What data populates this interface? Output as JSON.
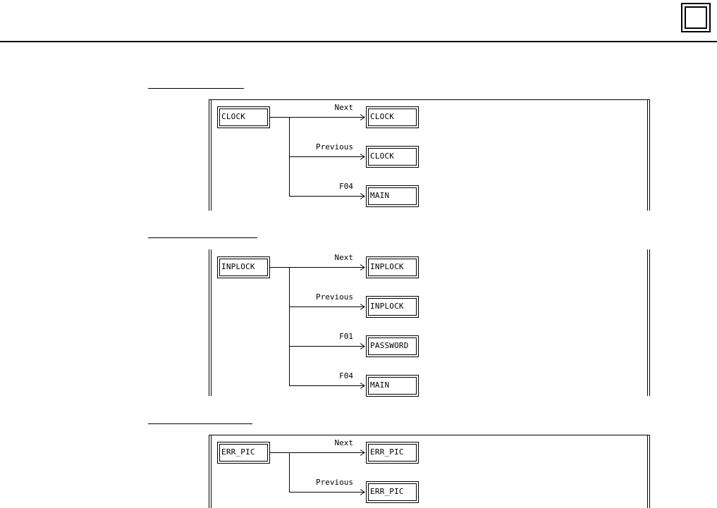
{
  "diagrams": [
    {
      "source": "CLOCK",
      "edges": [
        {
          "label": "Next",
          "target": "CLOCK"
        },
        {
          "label": "Previous",
          "target": "CLOCK"
        },
        {
          "label": "F04",
          "target": "MAIN"
        }
      ]
    },
    {
      "source": "INPLOCK",
      "edges": [
        {
          "label": "Next",
          "target": "INPLOCK"
        },
        {
          "label": "Previous",
          "target": "INPLOCK"
        },
        {
          "label": "F01",
          "target": "PASSWORD"
        },
        {
          "label": "F04",
          "target": "MAIN"
        }
      ]
    },
    {
      "source": "ERR_PIC",
      "edges": [
        {
          "label": "Next",
          "target": "ERR_PIC"
        },
        {
          "label": "Previous",
          "target": "ERR_PIC"
        }
      ]
    }
  ]
}
